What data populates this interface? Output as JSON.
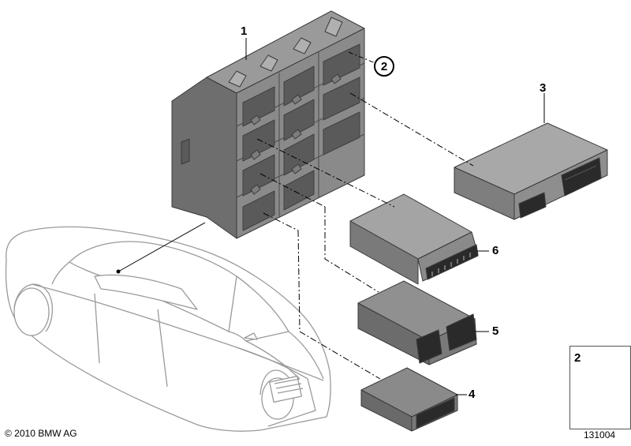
{
  "callouts": {
    "c1": "1",
    "c2": "2",
    "c3": "3",
    "c4": "4",
    "c5": "5",
    "c6": "6"
  },
  "legend": {
    "part_number": "2"
  },
  "footer": {
    "copyright": "© 2010 BMW AG",
    "diagram_id": "131004"
  },
  "colors": {
    "part_dark": "#707070",
    "part_mid": "#8a8a8a",
    "part_light": "#a2a2a2",
    "connector": "#2a2a2a",
    "outline": "#3a3a3a",
    "car_line": "#9a9a9a",
    "leader": "#000000"
  },
  "icons": {
    "nut": "hex-nut-icon",
    "arrow": "bent-arrow-icon"
  }
}
